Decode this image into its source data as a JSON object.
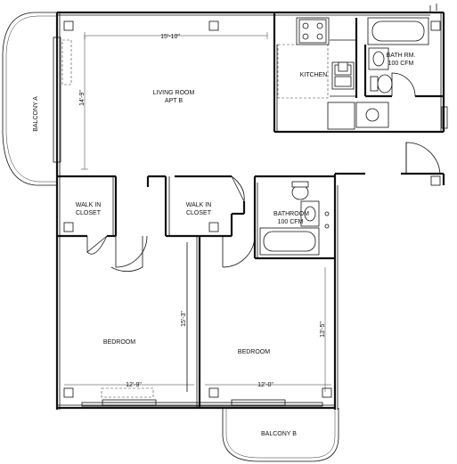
{
  "rooms": {
    "balcony_a": "BALCONY A",
    "living_room": "LIVING ROOM",
    "apt": "APT B",
    "kitchen": "KITCHEN",
    "bath_rm_1": "BATH RM.",
    "bath_cfm_1": "100 CFM",
    "walk_in_closet": "WALK IN",
    "closet": "CLOSET",
    "bathroom_2": "BATHROOM",
    "bath_cfm_2": "100 CFM",
    "bedroom": "BEDROOM",
    "balcony_b": "BALCONY B"
  },
  "dimensions": {
    "living_width": "15'-10\"",
    "living_depth": "14'-9\"",
    "bed1_depth": "15'-3\"",
    "bed1_width": "12'-9\"",
    "bed2_depth": "13'-5\"",
    "bed2_width": "12'-0\""
  }
}
